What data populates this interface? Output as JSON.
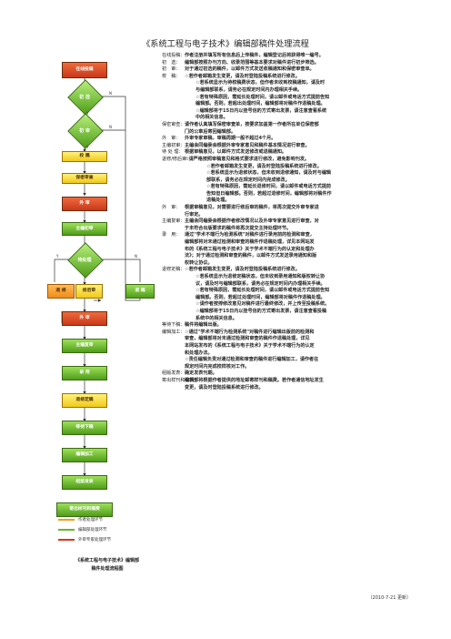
{
  "title": "《系统工程与电子技术》编辑部稿件处理流程",
  "flow": {
    "nodes": {
      "submit": "在线投稿",
      "first_check": "初 选",
      "first_review": "初 审",
      "review": "校 稿",
      "confidential": "保密审查",
      "external": "外 审",
      "editor_first": "主编初审",
      "pending": "待处理",
      "revise": "退 修",
      "revise_review": "修后审",
      "reject": "退 稿",
      "external2": "外 审",
      "editor_re": "主编复审",
      "accept": "录 用",
      "fix_final": "退修定稿",
      "wait_pub": "等待下稿",
      "edit": "编辑加工",
      "proof": "组版发表",
      "send": "寄出样刊和稿费"
    },
    "yes": "Y",
    "no": "N"
  },
  "legend": [
    {
      "label": "作者处理环节",
      "color": "#f0a020"
    },
    {
      "label": "编辑部处理环节",
      "color": "#6ab830"
    },
    {
      "label": "外审专家处理环节",
      "color": "#d9381e"
    }
  ],
  "caption": [
    "《系统工程与电子技术》编辑部",
    "稿件处理流程图"
  ],
  "text": [
    {
      "label": "在线投稿：",
      "lines": [
        "作者注册并填写所有信息后上传稿件，编辑登记后将获得唯一编号。"
      ]
    },
    {
      "label": "初　选：",
      "lines": [
        "编辑部按照办刊方向、收录范围等基本要求对稿件进行初步筛选。"
      ]
    },
    {
      "label": "初　审：",
      "lines": [
        "对于通过初选的稿件，以邮件方式发送收稿通知和保密审查单。"
      ]
    },
    {
      "label": "校　稿：",
      "lines": [
        "☆若作者邮箱发生变更，请及时登陆投稿系统进行修改。"
      ]
    },
    {
      "label": "",
      "ind": 1,
      "lines": [
        "☆若系统显示为待校稿费状态，但作者未收到校稿通知，请及时",
        "与编辑部联系，请务必在规定时间内办理相关手续。",
        "☆若有特殊原因，需延长处理时间，请以邮件或电话方式提前告知",
        "编辑部。否则，若超出处理时间，编辑部将对稿件作退稿处理。",
        "☆编辑部将于15日内以挂号信的方式寄出发票，请注意查看系统",
        "中的相关信息。"
      ]
    },
    {
      "label": "保密审查：",
      "lines": [
        "请作者认真填写保密审查单，按要求加盖第一作者所在单位保密部",
        "门的公章后寄回编辑部。"
      ]
    },
    {
      "label": "外　审：",
      "lines": [
        "外审专家审稿，审稿周期一般不超过4个月。"
      ]
    },
    {
      "label": "主编初审：",
      "lines": [
        "主编会同编委会根据外审专家意见和稿件基本情况进行审查。"
      ]
    },
    {
      "label": "待 处 理：",
      "lines": [
        "根据审稿意见，以邮件方式发送修改或退稿通知。"
      ]
    },
    {
      "label": "退修/修后审：",
      "lines": [
        "☆请严格按照审稿意见和格式要求进行修改，避免影响刊发。"
      ]
    },
    {
      "label": "",
      "ind": 2,
      "lines": [
        "☆若作者邮箱发生变更，请及时登陆投稿系统进行修改。",
        "☆若系统显示为退修状态，但未收到退修通知，请及时与编辑",
        "部联系，请务必在规定时间内完成修改。",
        "☆若有特殊原因，需延长退修时间，请以邮件或电话方式提前",
        "告知但日编辑部。否则，若超过退修时间，编辑部将对稿件作",
        "退稿处理。"
      ]
    },
    {
      "label": "外　审：",
      "lines": [
        "根据审稿意见，对需要进行修后审的稿件，将再次提交外审专家进",
        "行审定。"
      ]
    },
    {
      "label": "主编复审：",
      "lines": [
        "主编会同编委会根据作者修改情况以及外审专家意见进行审查，对",
        "于未符合出版要求的稿件将再次提交主持处理环节。"
      ]
    },
    {
      "label": "录　用：",
      "lines": [
        "通过\"学术不端行为检测系统\"对稿件进行录用前的检测和审查，",
        "编辑部将对未通过检测和审查的稿件作退稿处理，详见本网站发",
        "布的《系统工程与电子技术》关于学术不端行为的认定和处理办",
        "法》；对于通过检测和审查的稿件，以邮件方式发送录用通知和版",
        "权转让协议。"
      ]
    },
    {
      "label": "退修定稿：",
      "lines": [
        "☆若作者邮箱发生变更，请及时登陆投稿系统进行修改。"
      ]
    },
    {
      "label": "",
      "ind": 1,
      "lines": [
        "☆若系统显示为退修定稿状态，但未收到录用通知和版权转让协",
        "议，请及时与编辑部联系，请务必在规定时间内办理相关手续。",
        "☆若有特殊原因，需延长处理时间，请以邮件或电话方式提前告知",
        "编辑部。否则，若超过处理时间，编辑部将对稿件作退稿处理。",
        "☆请作者按排修改意见对稿件进行最终修改，并上传至投稿系统。",
        "☆编辑部将于15日内以挂号信的方式寄出发票，请注意查看投稿",
        "系统中的相关信息。"
      ]
    },
    {
      "label": "等待下稿：",
      "lines": [
        "稿件将编辑出版。"
      ]
    },
    {
      "label": "编辑加工：",
      "lines": [
        "☆通过\"学术不端行为检测系统\"对稿件进行编辑出版前的检测和",
        "审查，编辑部将对未通过检测和审查的稿件作退稿处理，详见",
        "本网站发布的《系统工程与电子技术》关于学术不端行为的认定",
        "和处理办法。",
        "☆责任编辑负责对通过检测和审查的稿件进行编辑加工，请作者在",
        "规定时间内完成校样核对工作。"
      ]
    },
    {
      "label": "组版发表：",
      "lines": [
        "确定发表刊期。"
      ]
    },
    {
      "label": "寄出样刊和稿费：",
      "lines": [
        "编辑部将根据作者提供的地址邮寄样刊和稿费。若作者通信地址发生",
        "变更，请及时登陆投稿系统进行修改。"
      ]
    }
  ],
  "date": "（2010-7-21 更新）"
}
